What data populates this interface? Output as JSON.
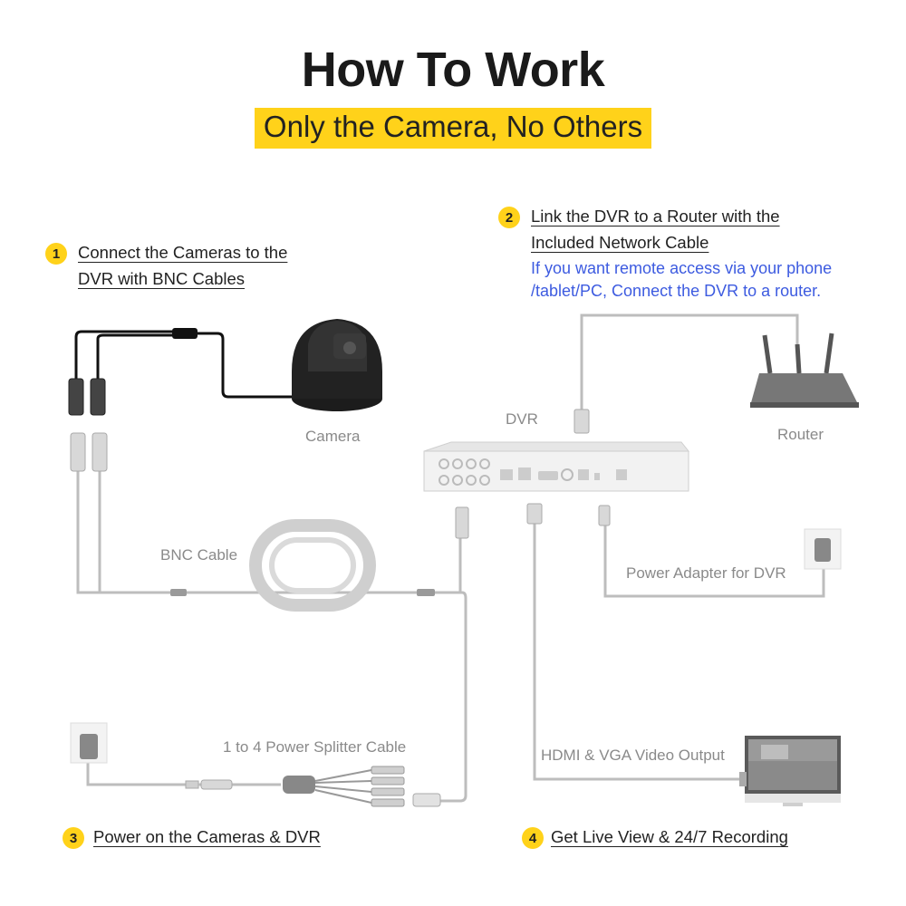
{
  "header": {
    "title": "How To Work",
    "subtitle": "Only the Camera, No Others"
  },
  "steps": [
    {
      "number": "1",
      "line1": "Connect the Cameras to the",
      "line2": "DVR with BNC Cables"
    },
    {
      "number": "2",
      "line1": "Link the DVR to a Router with the",
      "line2": "Included Network Cable",
      "note1": "If you want remote access via your phone",
      "note2": "/tablet/PC, Connect the DVR to a router."
    },
    {
      "number": "3",
      "line1": "Power on the Cameras & DVR"
    },
    {
      "number": "4",
      "line1": "Get Live View & 24/7 Recording"
    }
  ],
  "labels": {
    "camera": "Camera",
    "dvr": "DVR",
    "router": "Router",
    "bnc_cable": "BNC Cable",
    "power_adapter": "Power Adapter for DVR",
    "splitter": "1 to 4 Power Splitter Cable",
    "video_output": "HDMI & VGA Video Output"
  },
  "colors": {
    "accent": "#ffd21a",
    "note": "#3d5be0",
    "cable": "#bdbdbd",
    "camera_cable": "#111111"
  }
}
